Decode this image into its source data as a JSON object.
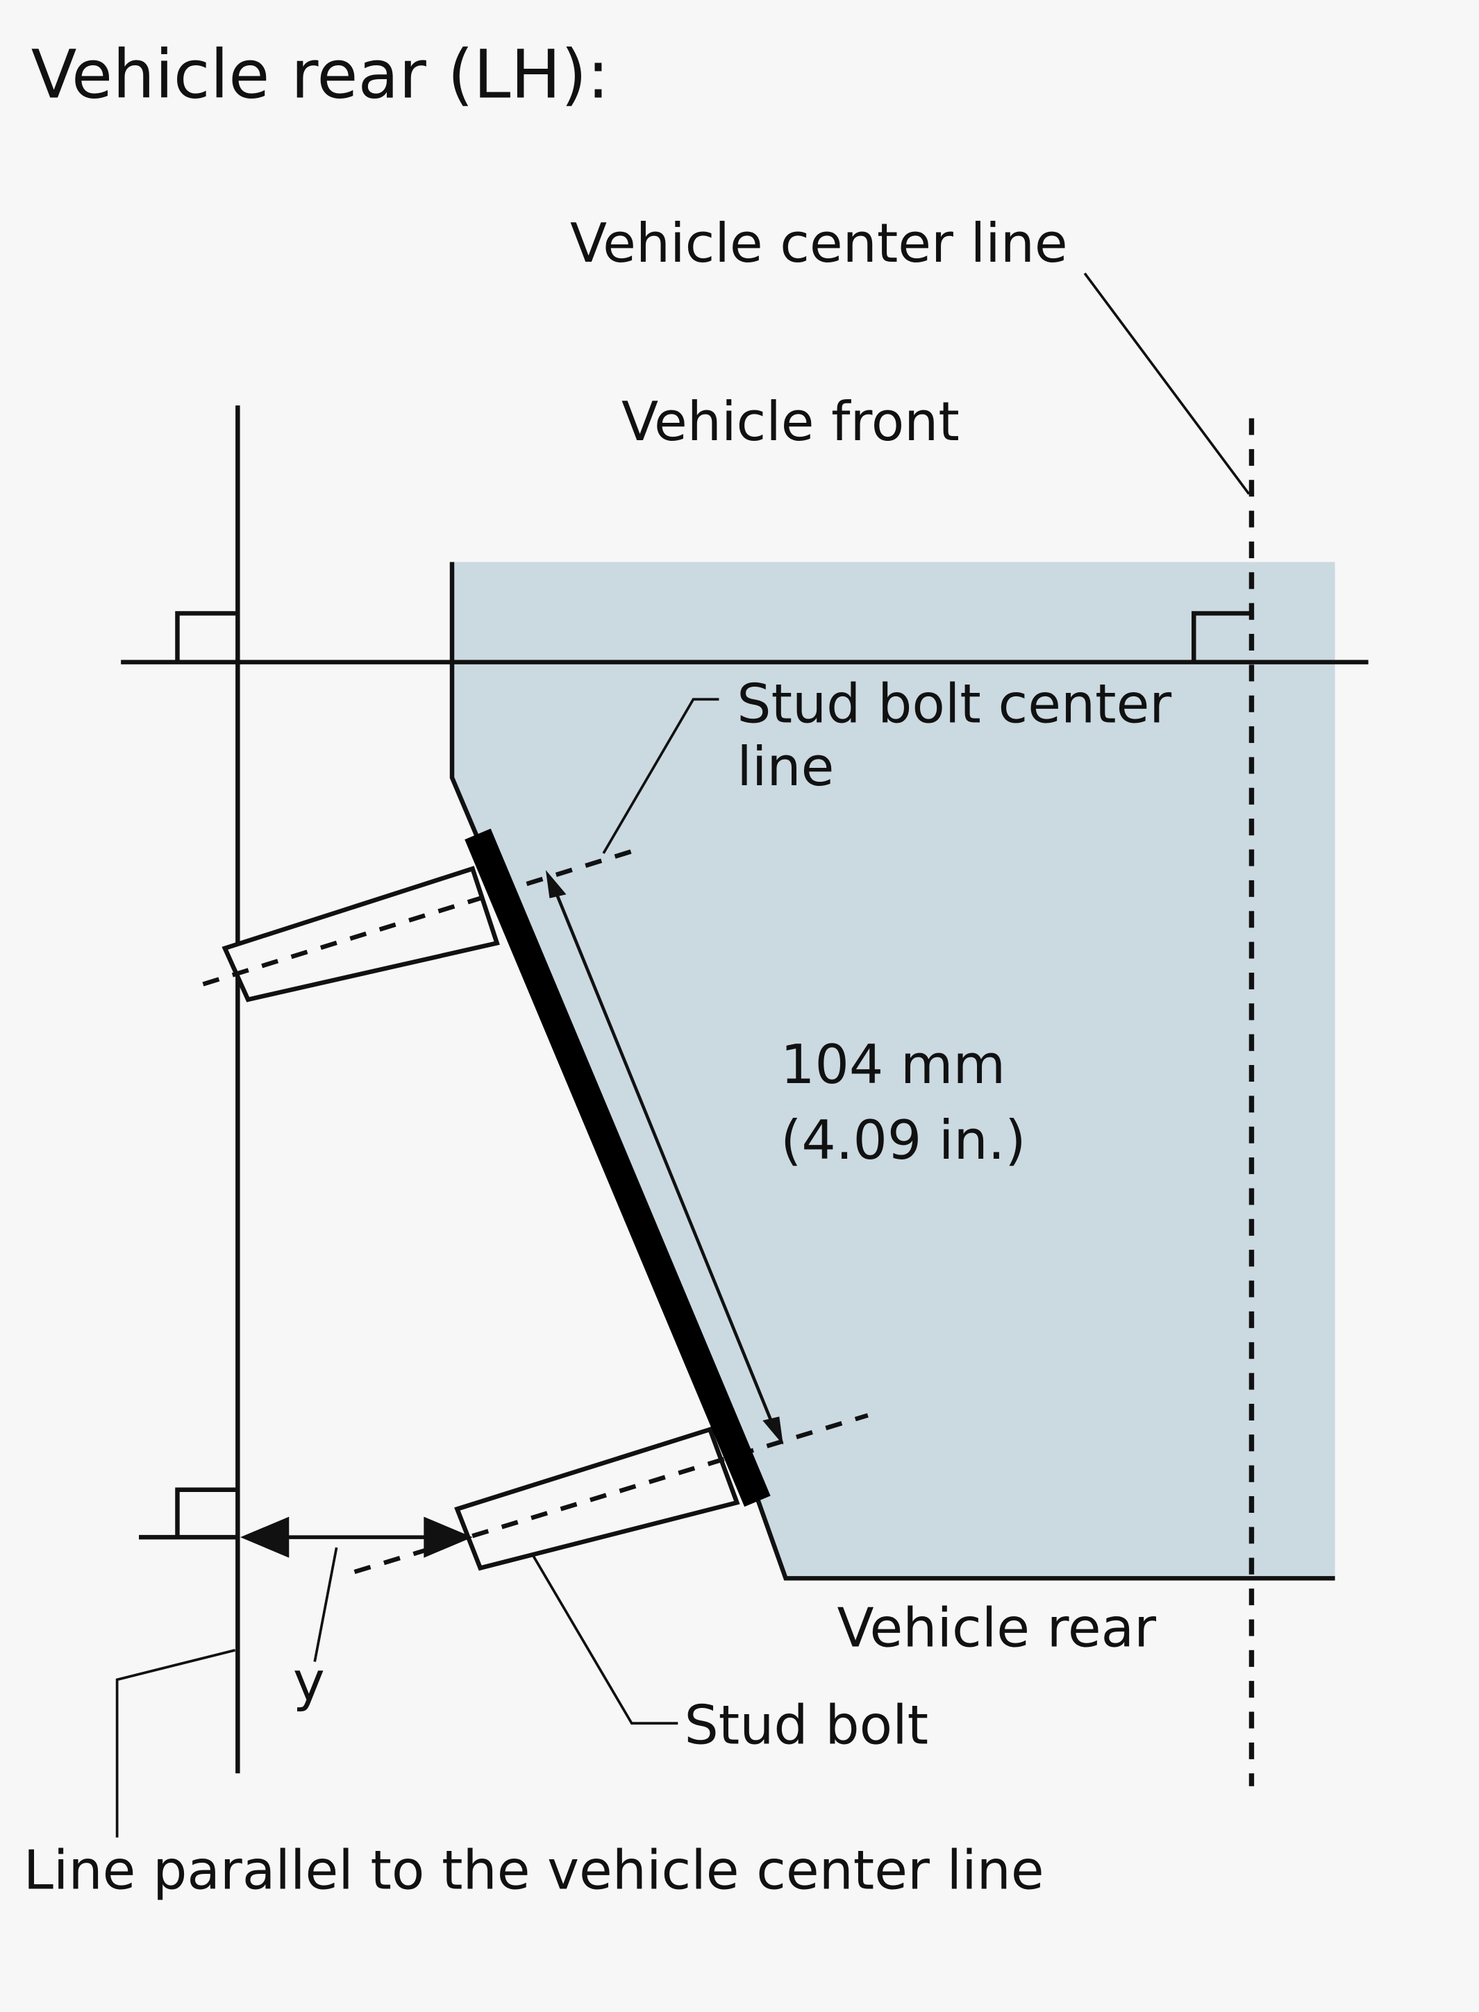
{
  "title": "Vehicle rear (LH):",
  "labels": {
    "vehicle_center_line": "Vehicle center line",
    "vehicle_front": "Vehicle front",
    "stud_bolt_center_line_1": "Stud bolt center",
    "stud_bolt_center_line_2": "line",
    "dimension_mm": "104 mm",
    "dimension_in": "(4.09 in.)",
    "vehicle_rear": "Vehicle rear",
    "stud_bolt": "Stud bolt",
    "y": "y",
    "parallel_line": "Line parallel to the vehicle center line"
  },
  "colors": {
    "panel_fill": "#cbd9e1",
    "background": "#f7f7f7",
    "ink": "#111111"
  }
}
